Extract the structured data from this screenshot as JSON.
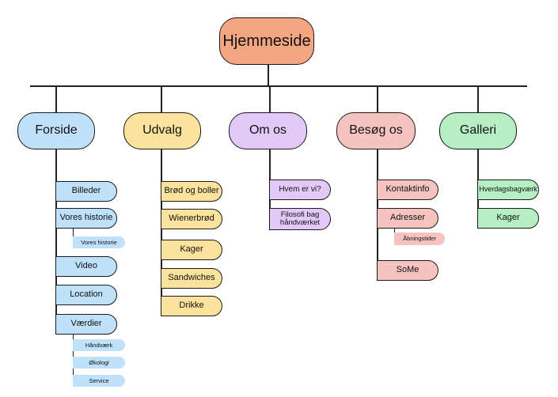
{
  "colors": {
    "root": "#f4a582",
    "forside": "#bfe1f9",
    "udvalg": "#fbe39d",
    "om_os": "#e2c9f7",
    "besog_os": "#f6c4c0",
    "galleri": "#b6efc4"
  },
  "root": {
    "label": "Hjemmeside"
  },
  "sections": [
    {
      "label": "Forside",
      "items": [
        {
          "label": "Billeder"
        },
        {
          "label": "Vores historie",
          "subitems": [
            {
              "label": "Vores historie"
            }
          ]
        },
        {
          "label": "Video"
        },
        {
          "label": "Location"
        },
        {
          "label": "Værdier",
          "subitems": [
            {
              "label": "Håndværk"
            },
            {
              "label": "Økologi"
            },
            {
              "label": "Service"
            }
          ]
        }
      ]
    },
    {
      "label": "Udvalg",
      "items": [
        {
          "label": "Brød og boller"
        },
        {
          "label": "Wienerbrød"
        },
        {
          "label": "Kager"
        },
        {
          "label": "Sandwiches"
        },
        {
          "label": "Drikke"
        }
      ]
    },
    {
      "label": "Om os",
      "items": [
        {
          "label": "Hvem er vi?"
        },
        {
          "label": "Filosofi bag håndværket"
        }
      ]
    },
    {
      "label": "Besøg os",
      "items": [
        {
          "label": "Kontaktinfo"
        },
        {
          "label": "Adresser",
          "subitems": [
            {
              "label": "Åbningstider"
            }
          ]
        },
        {
          "label": "SoMe"
        }
      ]
    },
    {
      "label": "Galleri",
      "items": [
        {
          "label": "Hverdagsbagværk"
        },
        {
          "label": "Kager"
        }
      ]
    }
  ]
}
